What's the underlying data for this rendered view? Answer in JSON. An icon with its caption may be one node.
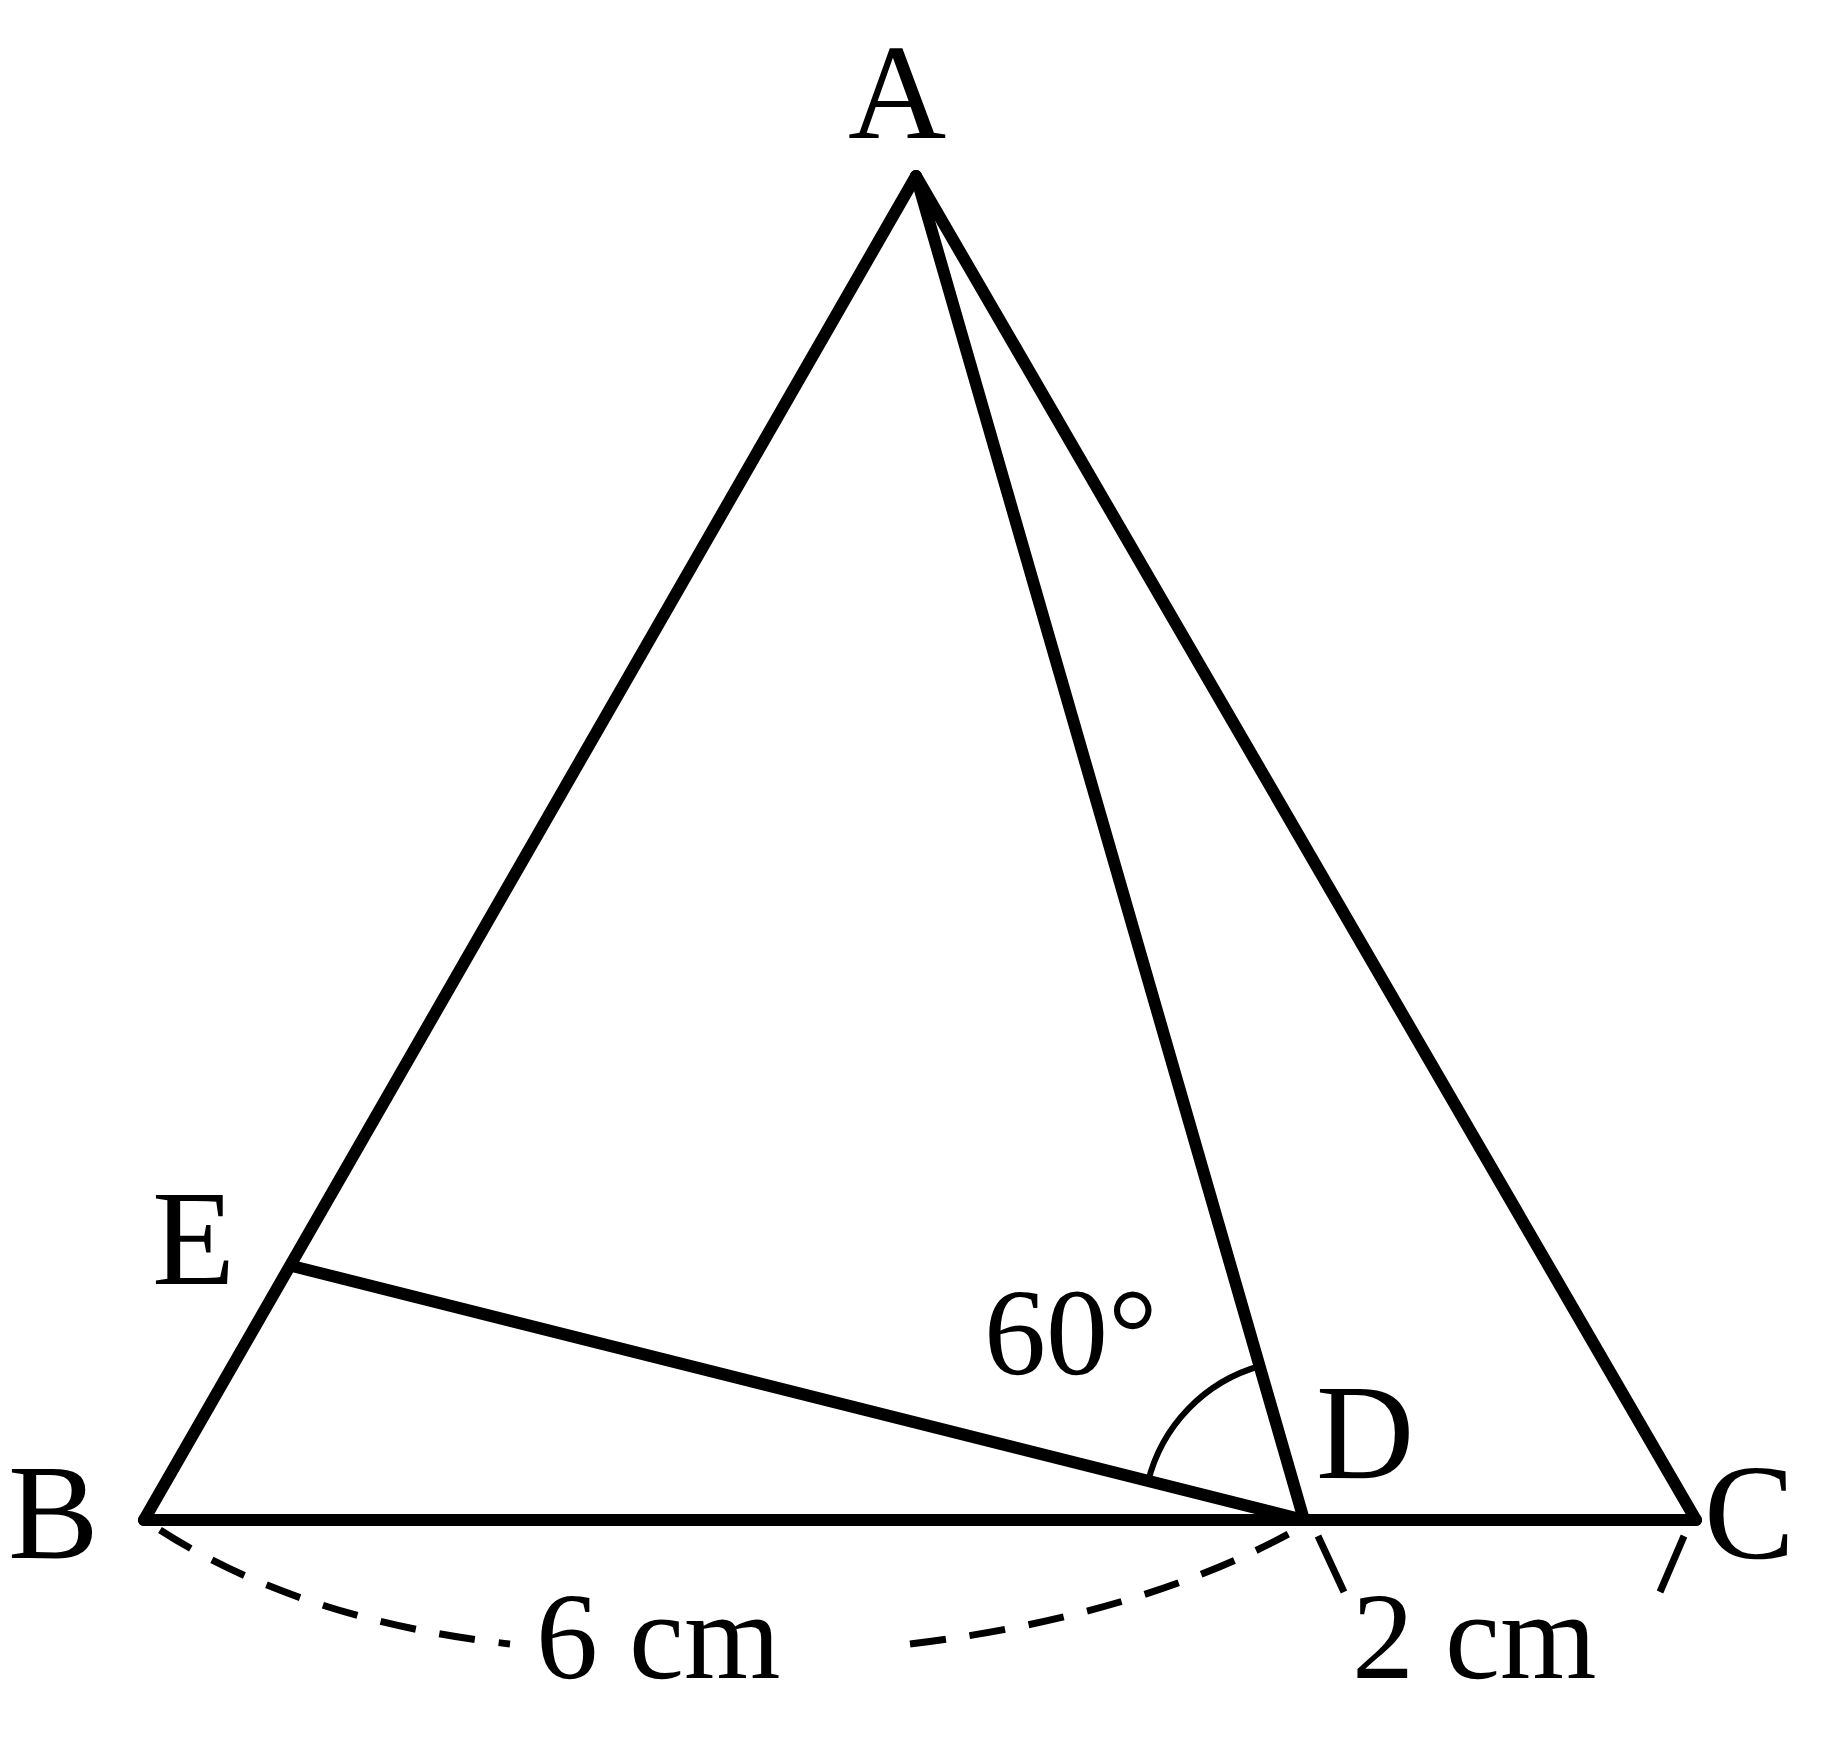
{
  "diagram": {
    "nodes": [
      {
        "text": [
          "A"
        ]
      },
      {
        "text": [
          "B"
        ]
      },
      {
        "text": [
          "C"
        ]
      },
      {
        "text": [
          "D"
        ]
      },
      {
        "text": [
          "E"
        ]
      }
    ],
    "edges": [
      {
        "from": 0,
        "to": 1,
        "arrow": "none"
      },
      {
        "from": 0,
        "to": 2,
        "arrow": "none"
      },
      {
        "from": 0,
        "to": 3,
        "arrow": "none"
      },
      {
        "from": 1,
        "to": 3,
        "arrow": "none"
      },
      {
        "from": 3,
        "to": 2,
        "arrow": "none"
      },
      {
        "from": 4,
        "to": 3,
        "arrow": "none"
      }
    ],
    "labels": [
      "60°",
      "6 cm",
      "2 cm"
    ]
  }
}
